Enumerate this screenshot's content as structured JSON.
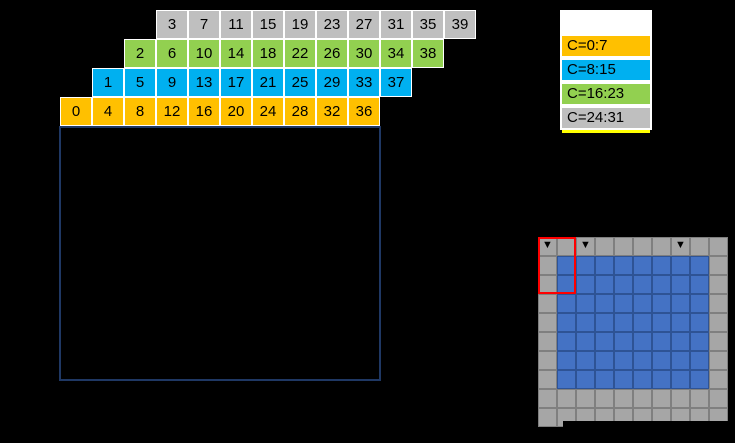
{
  "canvas": {
    "background": "#000000"
  },
  "index_rows": {
    "rows": [
      {
        "color": "#BFBFBF",
        "values": [
          3,
          7,
          11,
          15,
          19,
          23,
          27,
          31,
          35,
          39
        ]
      },
      {
        "color": "#92D050",
        "values": [
          2,
          6,
          10,
          14,
          18,
          22,
          26,
          30,
          34,
          38
        ]
      },
      {
        "color": "#00B0F0",
        "values": [
          1,
          5,
          9,
          13,
          17,
          21,
          25,
          29,
          33,
          37
        ]
      },
      {
        "color": "#FFC000",
        "values": [
          0,
          4,
          8,
          12,
          16,
          20,
          24,
          28,
          32,
          36
        ]
      }
    ]
  },
  "matrix_outline": {
    "border_color": "#1F3864"
  },
  "legend": {
    "items": [
      {
        "label": "",
        "color": "#FFFFFF"
      },
      {
        "label": "C=0:7",
        "color": "#FFC000"
      },
      {
        "label": "C=8:15",
        "color": "#00B0F0"
      },
      {
        "label": "C=16:23",
        "color": "#92D050"
      },
      {
        "label": "C=24:31",
        "color": "#BFBFBF"
      }
    ],
    "underline_color": "#FFFF00"
  },
  "tile_grid": {
    "rows": [
      "GGGGGGGGGG",
      "GBBBBBBBBG",
      "GBBBBBBBBG",
      "GBBBBBBBBG",
      "GBBBBBBBBG",
      "GBBBBBBBBG",
      "GBBBBBBBBG",
      "GBBBBBBBBG",
      "GGGGGGGGGG",
      "GGGGGGGGGG"
    ],
    "cell_styles": {
      "G": {
        "fill": "#A6A6A6",
        "border": "#7F7F7F"
      },
      "B": {
        "fill": "#4472C4",
        "border": "#2E5395"
      }
    },
    "arrow_glyph": "▼",
    "arrow_columns": [
      0,
      2,
      7
    ],
    "highlight": {
      "color": "#FF0000",
      "col_span": 2,
      "row_span": 3
    }
  }
}
